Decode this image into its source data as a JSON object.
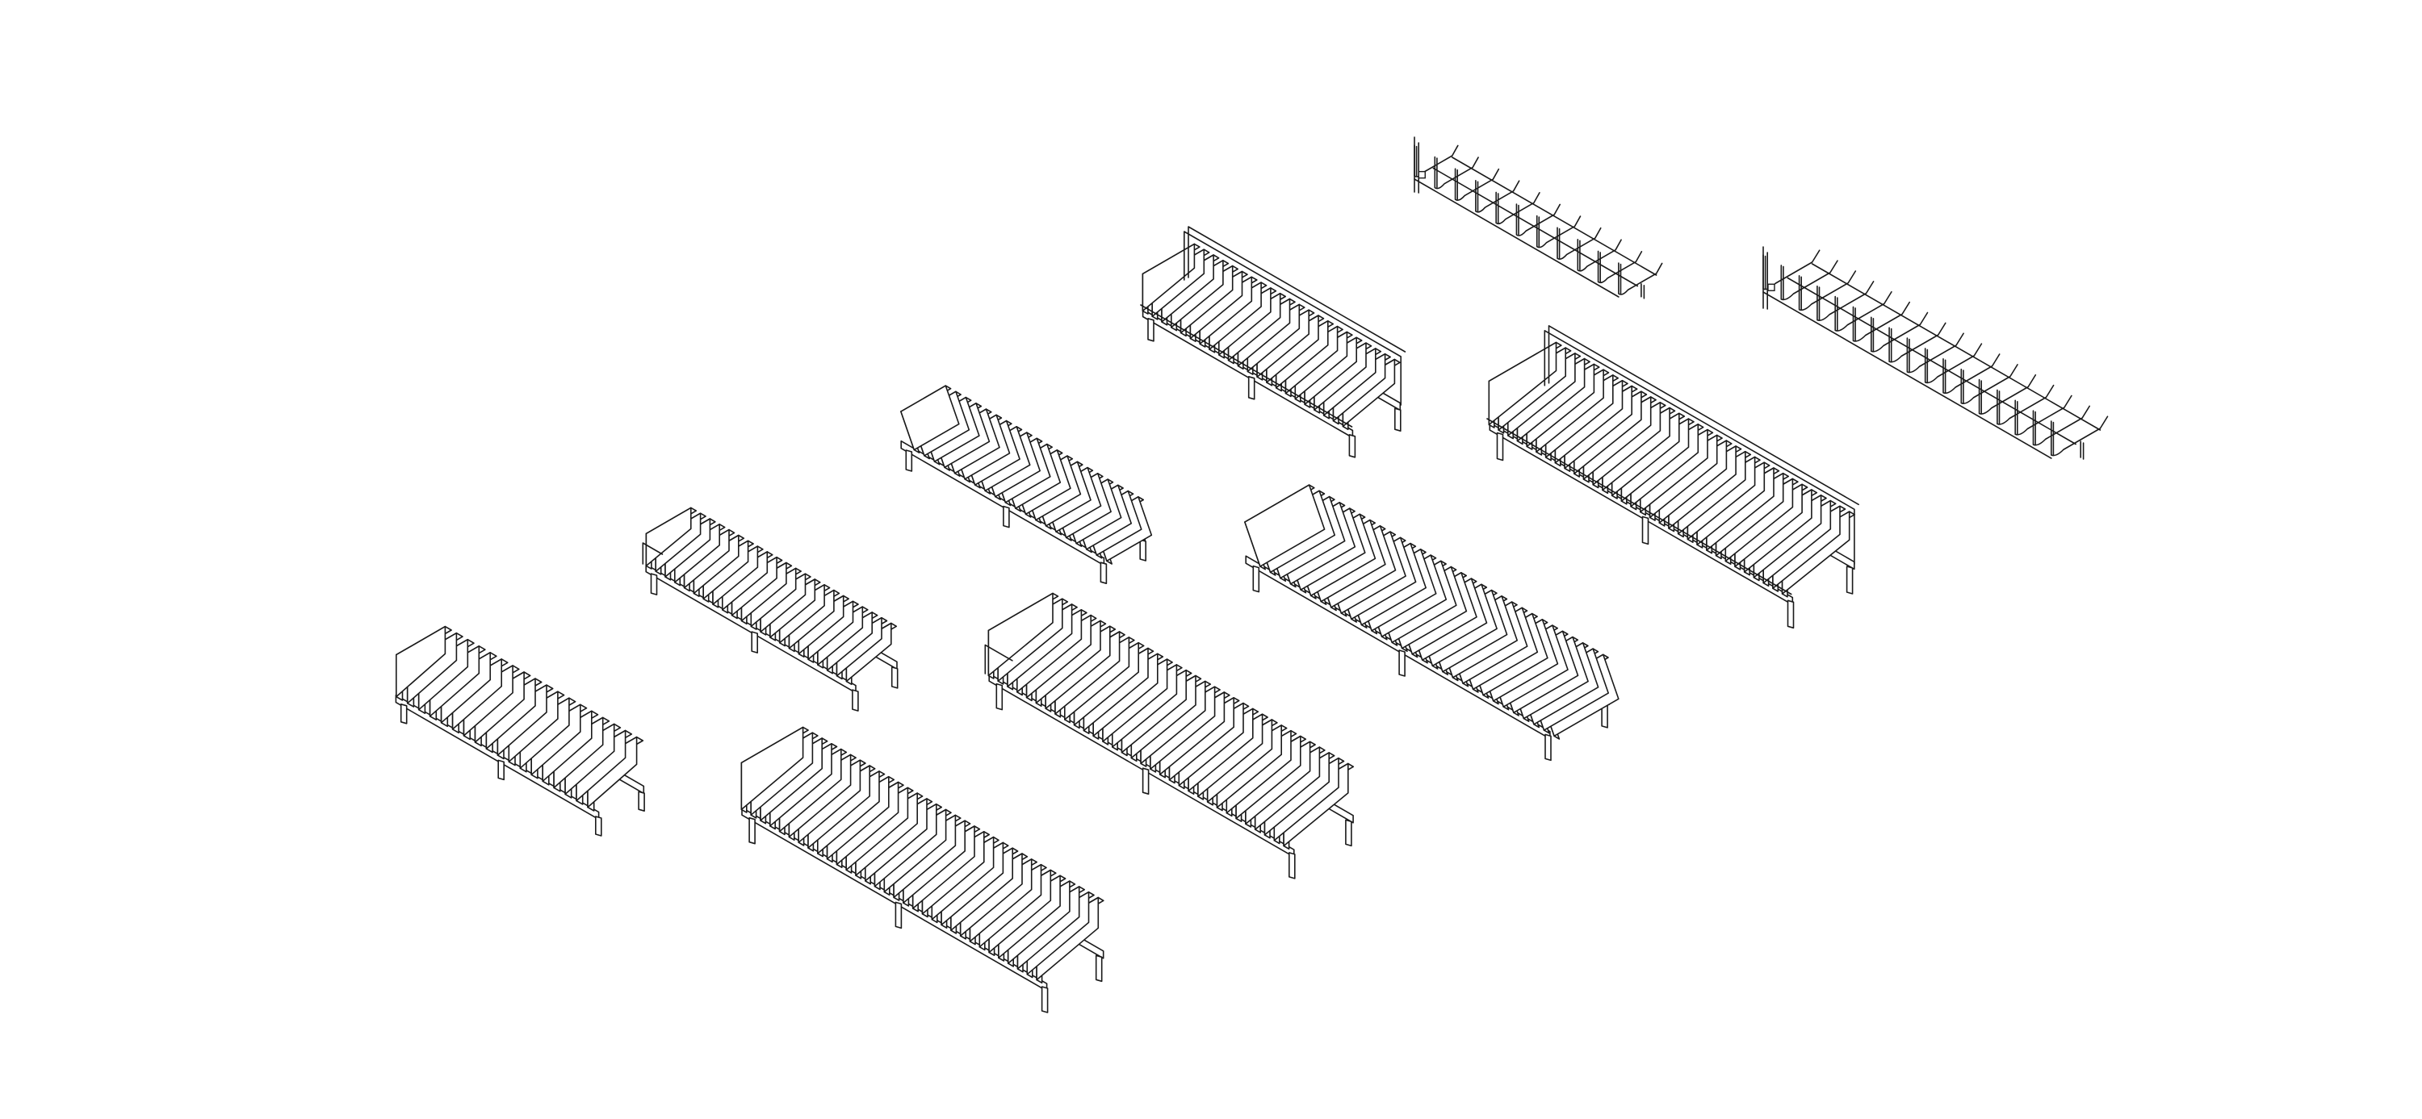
{
  "drawing": {
    "background_color": "#ffffff",
    "line_color": "#1a1a1a",
    "face_color": "#ffffff",
    "racks": [
      {
        "id": "solid-small-a",
        "kind": "solid",
        "slat_count": 18,
        "has_back_rail": false
      },
      {
        "id": "solid-small-b",
        "kind": "solid",
        "slat_count": 22,
        "has_back_rail": true
      },
      {
        "id": "solid-large-a",
        "kind": "solid",
        "slat_count": 32,
        "has_back_rail": false
      },
      {
        "id": "angled-small",
        "kind": "angled",
        "slat_count": 20,
        "has_back_rail": false
      },
      {
        "id": "solid-large-b",
        "kind": "solid",
        "slat_count": 32,
        "has_back_rail": true
      },
      {
        "id": "railed-small",
        "kind": "railed",
        "slat_count": 22,
        "has_back_rail": true
      },
      {
        "id": "angled-large",
        "kind": "angled",
        "slat_count": 30,
        "has_back_rail": false
      },
      {
        "id": "wire-small",
        "kind": "wire",
        "slat_count": 11,
        "has_back_rail": false
      },
      {
        "id": "railed-large",
        "kind": "railed",
        "slat_count": 32,
        "has_back_rail": true
      },
      {
        "id": "wire-large",
        "kind": "wire",
        "slat_count": 17,
        "has_back_rail": false
      }
    ]
  }
}
